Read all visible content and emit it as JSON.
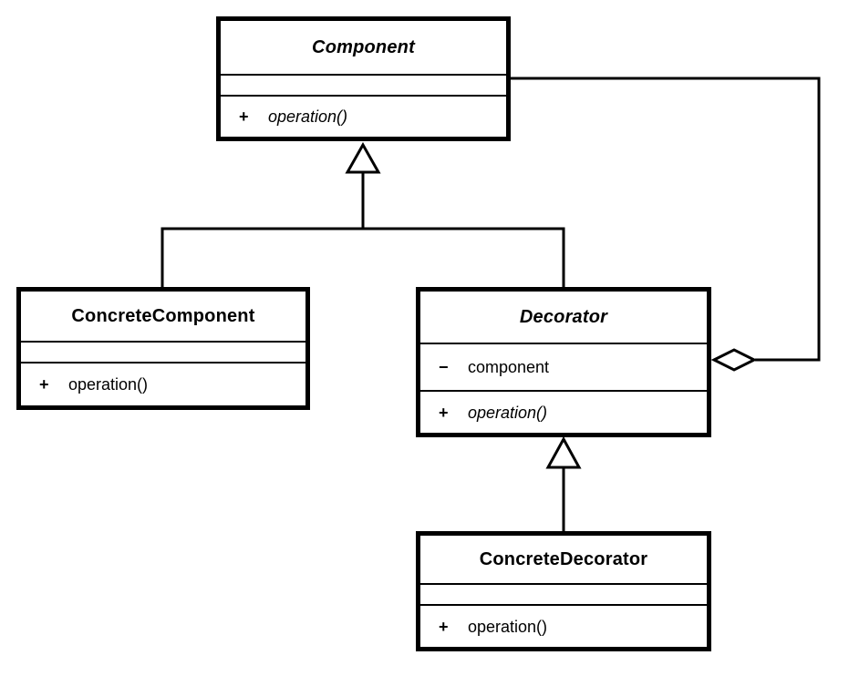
{
  "diagram": {
    "kind": "uml-class-diagram",
    "pattern": "Decorator",
    "background_color": "#ffffff",
    "line_color": "#000000"
  },
  "classes": [
    {
      "id": "component",
      "name": "Component",
      "abstract": true,
      "attributes": [],
      "methods": [
        {
          "sign": "+",
          "text": "operation()",
          "italic": true
        }
      ]
    },
    {
      "id": "concrete-component",
      "name": "ConcreteComponent",
      "abstract": false,
      "attributes": [],
      "methods": [
        {
          "sign": "+",
          "text": "operation()",
          "italic": false
        }
      ]
    },
    {
      "id": "decorator",
      "name": "Decorator",
      "abstract": true,
      "attributes": [
        {
          "sign": "−",
          "text": "component",
          "italic": false
        }
      ],
      "methods": [
        {
          "sign": "+",
          "text": "operation()",
          "italic": true
        }
      ]
    },
    {
      "id": "concrete-decorator",
      "name": "ConcreteDecorator",
      "abstract": false,
      "attributes": [],
      "methods": [
        {
          "sign": "+",
          "text": "operation()",
          "italic": false
        }
      ]
    }
  ],
  "relationships": [
    {
      "type": "generalization",
      "from": "ConcreteComponent",
      "to": "Component"
    },
    {
      "type": "generalization",
      "from": "Decorator",
      "to": "Component"
    },
    {
      "type": "generalization",
      "from": "ConcreteDecorator",
      "to": "Decorator"
    },
    {
      "type": "aggregation",
      "owner": "Decorator",
      "part": "Component"
    }
  ]
}
